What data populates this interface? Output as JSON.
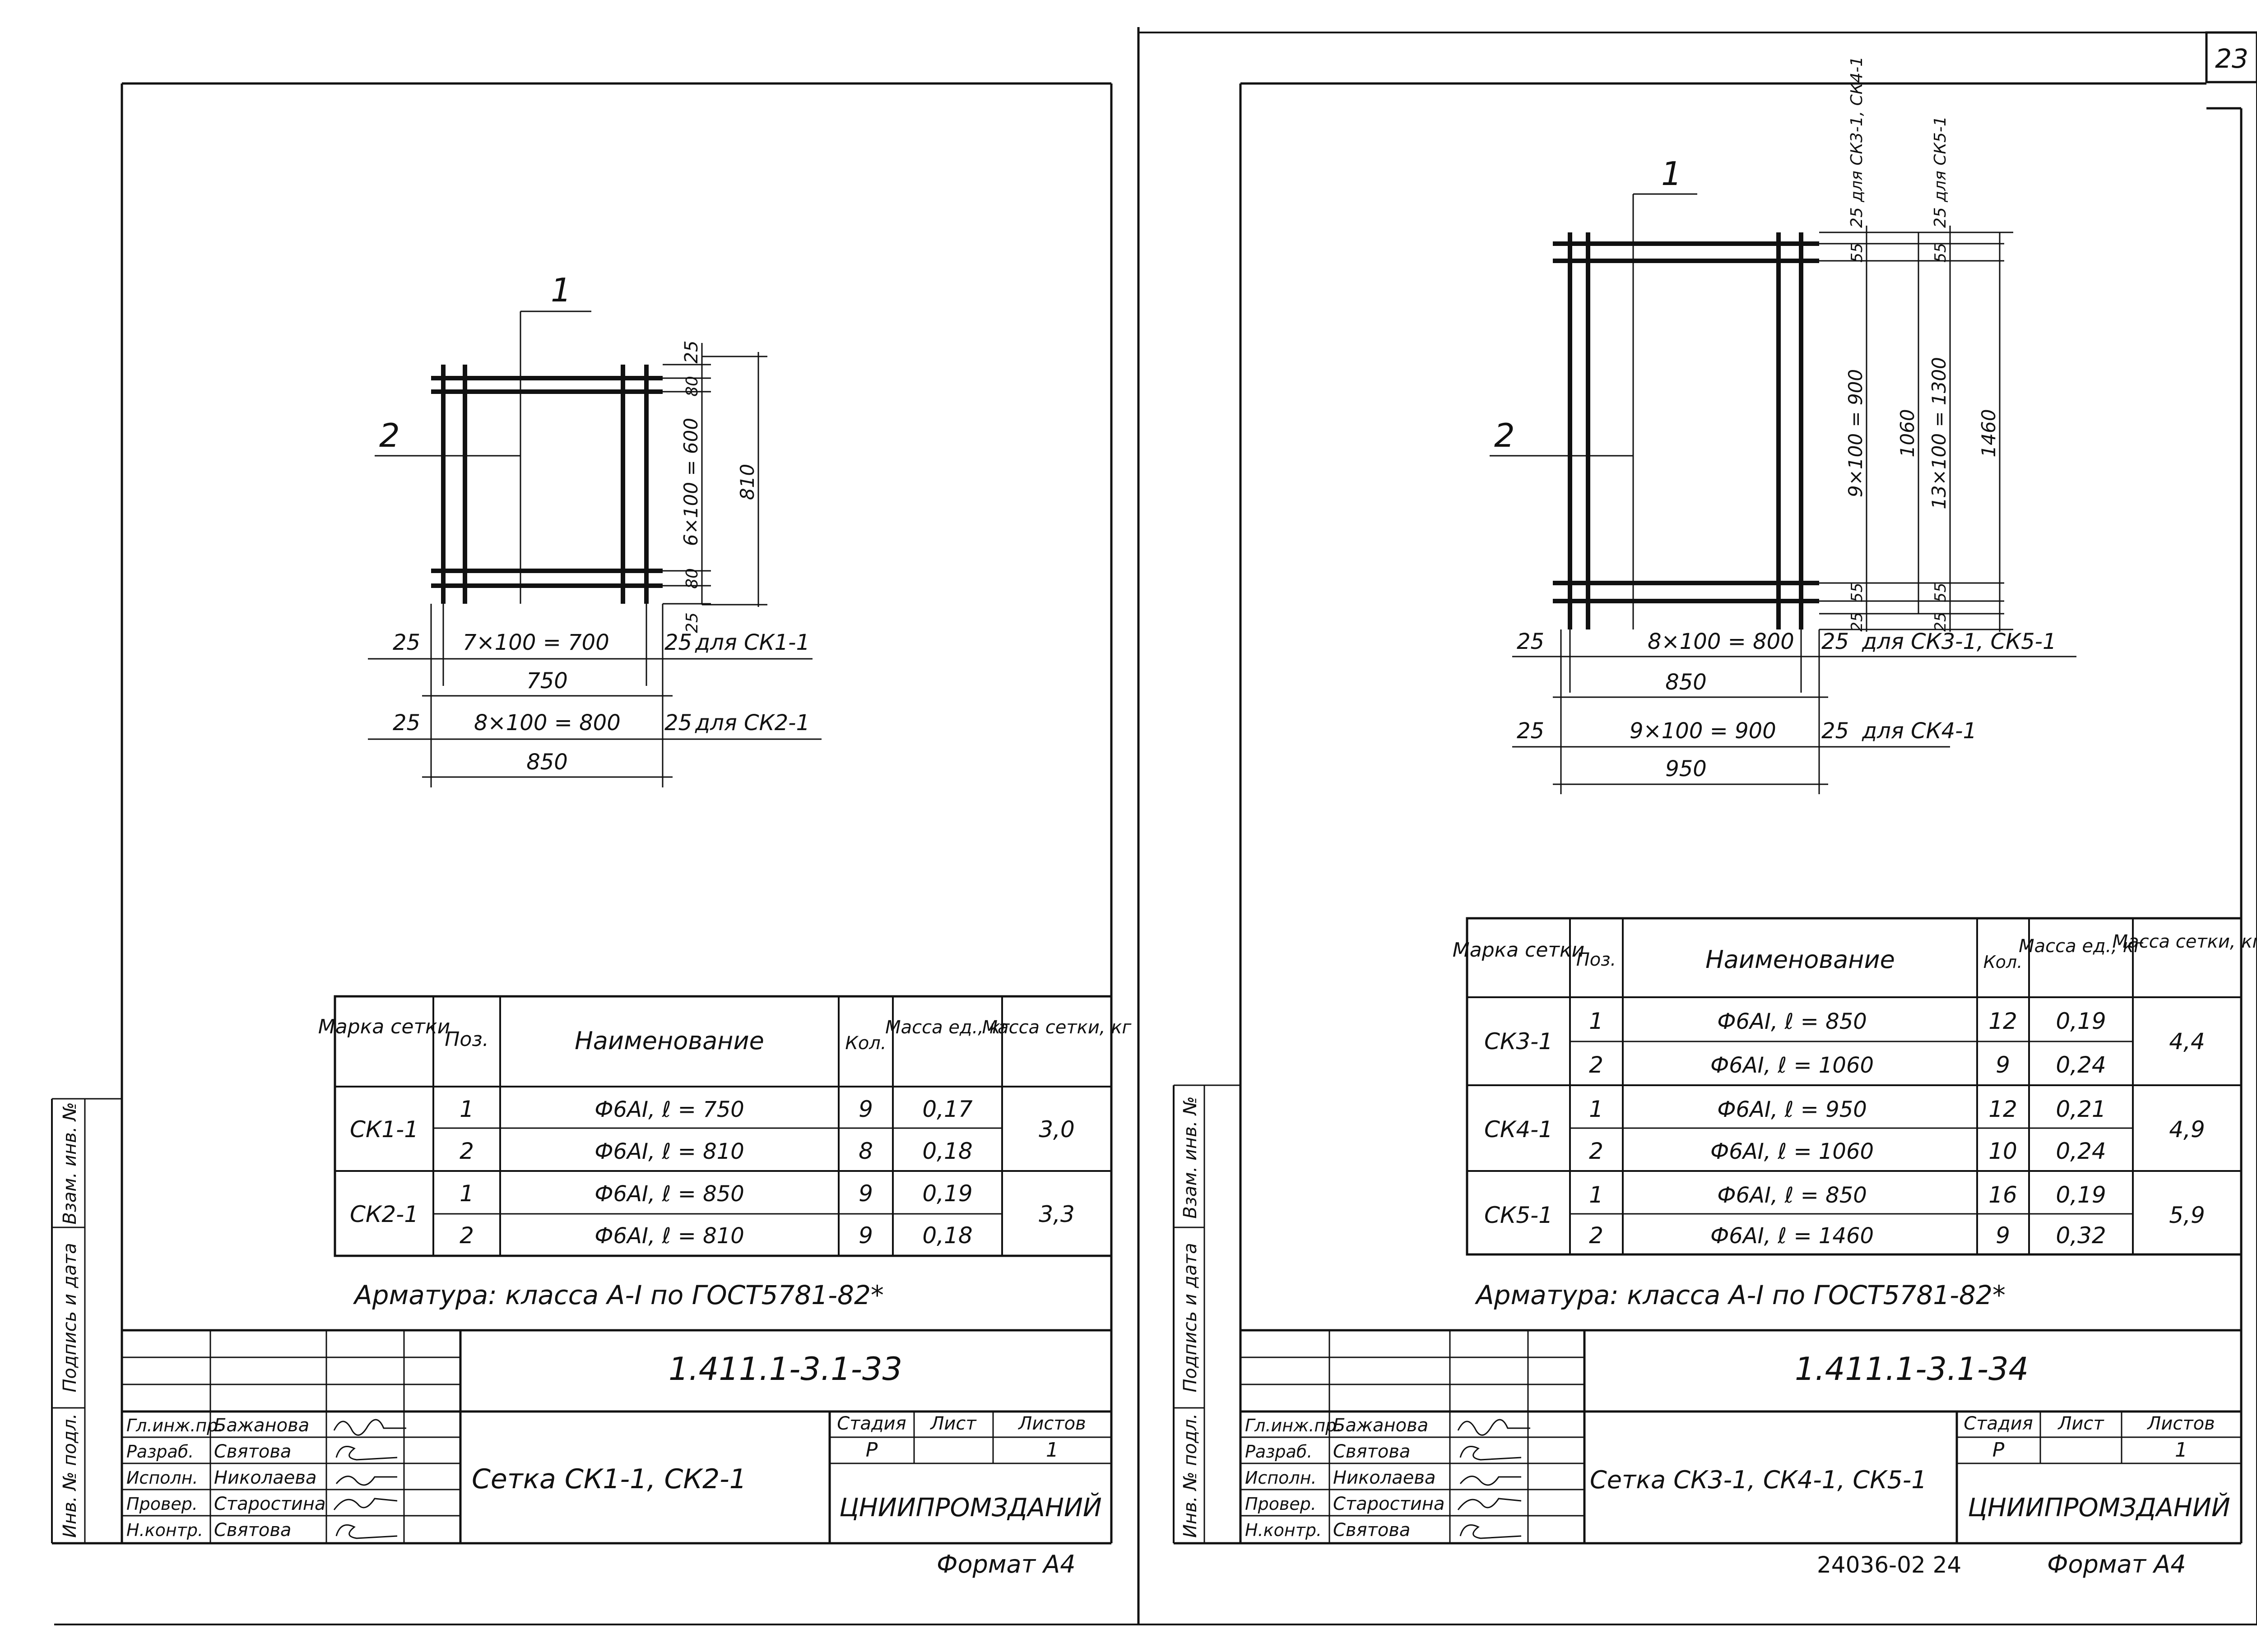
{
  "sheet_number": "23",
  "sheets": [
    {
      "plan": {
        "pos1": "1",
        "pos2": "2",
        "dims_v": [
          "25",
          "80",
          "6×100 = 600",
          "810",
          "80",
          "25"
        ],
        "rows": [
          {
            "a": "25",
            "b": "7×100 = 700",
            "c": "25",
            "note": "для СК1-1",
            "total": "750"
          },
          {
            "a": "25",
            "b": "8×100 = 800",
            "c": "25",
            "note": "для СК2-1",
            "total": "850"
          }
        ]
      },
      "spec": {
        "headers": [
          "Марка сетки",
          "Поз.",
          "Наименование",
          "Кол.",
          "Масса ед., кг",
          "Масса сетки, кг"
        ],
        "groups": [
          {
            "mark": "СК1-1",
            "total": "3,0",
            "rows": [
              {
                "pos": "1",
                "name": "Ф6АI, ℓ = 750",
                "qty": "9",
                "unit": "0,17"
              },
              {
                "pos": "2",
                "name": "Ф6АI, ℓ = 810",
                "qty": "8",
                "unit": "0,18"
              }
            ]
          },
          {
            "mark": "СК2-1",
            "total": "3,3",
            "rows": [
              {
                "pos": "1",
                "name": "Ф6АI, ℓ = 850",
                "qty": "9",
                "unit": "0,19"
              },
              {
                "pos": "2",
                "name": "Ф6АI, ℓ = 810",
                "qty": "9",
                "unit": "0,18"
              }
            ]
          }
        ]
      },
      "note": "Арматура: класса А-I по ГОСТ5781-82*",
      "stamp": {
        "code": "1.411.1-3.1-33",
        "title": "Сетка СК1-1, СК2-1",
        "stage_label": "Стадия",
        "sheet_label": "Лист",
        "sheets_label": "Листов",
        "stage": "Р",
        "sheet": "",
        "sheets": "1",
        "org": "ЦНИИПРОМЗДАНИЙ",
        "people": [
          {
            "role": "Гл.инж.пр.",
            "name": "Бажанова"
          },
          {
            "role": "Разраб.",
            "name": "Святова"
          },
          {
            "role": "Исполн.",
            "name": "Николаева"
          },
          {
            "role": "Провер.",
            "name": "Старостина"
          },
          {
            "role": "Н.контр.",
            "name": "Святова"
          }
        ]
      },
      "side": [
        "Инв. № подл.",
        "Подпись и дата",
        "Взам. инв. №"
      ],
      "format": "Формат А4",
      "extra": ""
    },
    {
      "plan": {
        "pos1": "1",
        "pos2": "2",
        "dims_a": [
          "55",
          "9×100 = 900",
          "55",
          "25"
        ],
        "dims_b": [
          "55",
          "13×100 = 1300",
          "55",
          "25"
        ],
        "dim_1060": "1060",
        "dim_1460": "1460",
        "top_a": "25 для СК3-1, СК4-1",
        "top_b": "25 для СК5-1",
        "rows": [
          {
            "a": "25",
            "b": "8×100 = 800",
            "c": "25",
            "note": "для СК3-1, СК5-1",
            "total": "850"
          },
          {
            "a": "25",
            "b": "9×100 = 900",
            "c": "25",
            "note": "для СК4-1",
            "total": "950"
          }
        ]
      },
      "spec": {
        "headers": [
          "Марка сетки",
          "Поз.",
          "Наименование",
          "Кол.",
          "Масса ед., кг",
          "Масса сетки, кг"
        ],
        "groups": [
          {
            "mark": "СК3-1",
            "total": "4,4",
            "rows": [
              {
                "pos": "1",
                "name": "Ф6АI, ℓ = 850",
                "qty": "12",
                "unit": "0,19"
              },
              {
                "pos": "2",
                "name": "Ф6АI, ℓ = 1060",
                "qty": "9",
                "unit": "0,24"
              }
            ]
          },
          {
            "mark": "СК4-1",
            "total": "4,9",
            "rows": [
              {
                "pos": "1",
                "name": "Ф6АI, ℓ = 950",
                "qty": "12",
                "unit": "0,21"
              },
              {
                "pos": "2",
                "name": "Ф6АI, ℓ = 1060",
                "qty": "10",
                "unit": "0,24"
              }
            ]
          },
          {
            "mark": "СК5-1",
            "total": "5,9",
            "rows": [
              {
                "pos": "1",
                "name": "Ф6АI, ℓ = 850",
                "qty": "16",
                "unit": "0,19"
              },
              {
                "pos": "2",
                "name": "Ф6АI, ℓ = 1460",
                "qty": "9",
                "unit": "0,32"
              }
            ]
          }
        ]
      },
      "note": "Арматура: класса А-I по ГОСТ5781-82*",
      "stamp": {
        "code": "1.411.1-3.1-34",
        "title": "Сетка СК3-1, СК4-1, СК5-1",
        "stage_label": "Стадия",
        "sheet_label": "Лист",
        "sheets_label": "Листов",
        "stage": "Р",
        "sheet": "",
        "sheets": "1",
        "org": "ЦНИИПРОМЗДАНИЙ",
        "people": [
          {
            "role": "Гл.инж.пр.",
            "name": "Бажанова"
          },
          {
            "role": "Разраб.",
            "name": "Святова"
          },
          {
            "role": "Исполн.",
            "name": "Николаева"
          },
          {
            "role": "Провер.",
            "name": "Старостина"
          },
          {
            "role": "Н.контр.",
            "name": "Святова"
          }
        ]
      },
      "side": [
        "Инв. № подл.",
        "Подпись и дата",
        "Взам. инв. №"
      ],
      "format": "Формат А4",
      "extra": "24036-02  24"
    }
  ]
}
